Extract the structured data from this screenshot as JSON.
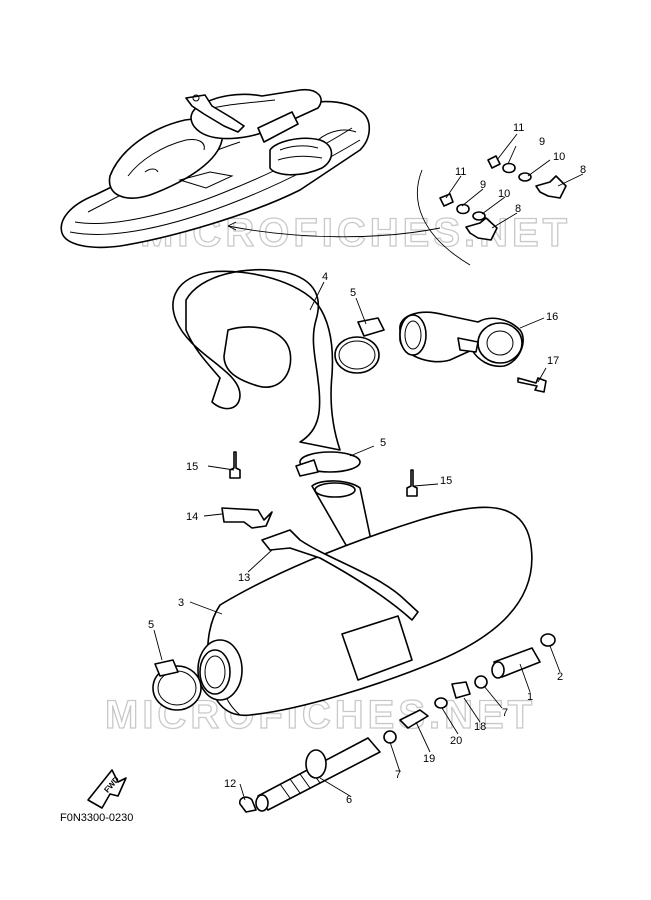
{
  "diagram": {
    "code": "F0N3300-0230",
    "watermark": "MICROFICHES.NET",
    "fwd_label": "FWD",
    "callouts": [
      {
        "id": "c11a",
        "label": "11"
      },
      {
        "id": "c9a",
        "label": "9"
      },
      {
        "id": "c10a",
        "label": "10"
      },
      {
        "id": "c8a",
        "label": "8"
      },
      {
        "id": "c11b",
        "label": "11"
      },
      {
        "id": "c9b",
        "label": "9"
      },
      {
        "id": "c10b",
        "label": "10"
      },
      {
        "id": "c8b",
        "label": "8"
      },
      {
        "id": "c4",
        "label": "4"
      },
      {
        "id": "c5a",
        "label": "5"
      },
      {
        "id": "c16",
        "label": "16"
      },
      {
        "id": "c17",
        "label": "17"
      },
      {
        "id": "c5b",
        "label": "5"
      },
      {
        "id": "c15a",
        "label": "15"
      },
      {
        "id": "c15b",
        "label": "15"
      },
      {
        "id": "c14",
        "label": "14"
      },
      {
        "id": "c13",
        "label": "13"
      },
      {
        "id": "c3",
        "label": "3"
      },
      {
        "id": "c5c",
        "label": "5"
      },
      {
        "id": "c2",
        "label": "2"
      },
      {
        "id": "c1",
        "label": "1"
      },
      {
        "id": "c7a",
        "label": "7"
      },
      {
        "id": "c18",
        "label": "18"
      },
      {
        "id": "c20",
        "label": "20"
      },
      {
        "id": "c19",
        "label": "19"
      },
      {
        "id": "c7b",
        "label": "7"
      },
      {
        "id": "c12",
        "label": "12"
      },
      {
        "id": "c6",
        "label": "6"
      }
    ]
  }
}
